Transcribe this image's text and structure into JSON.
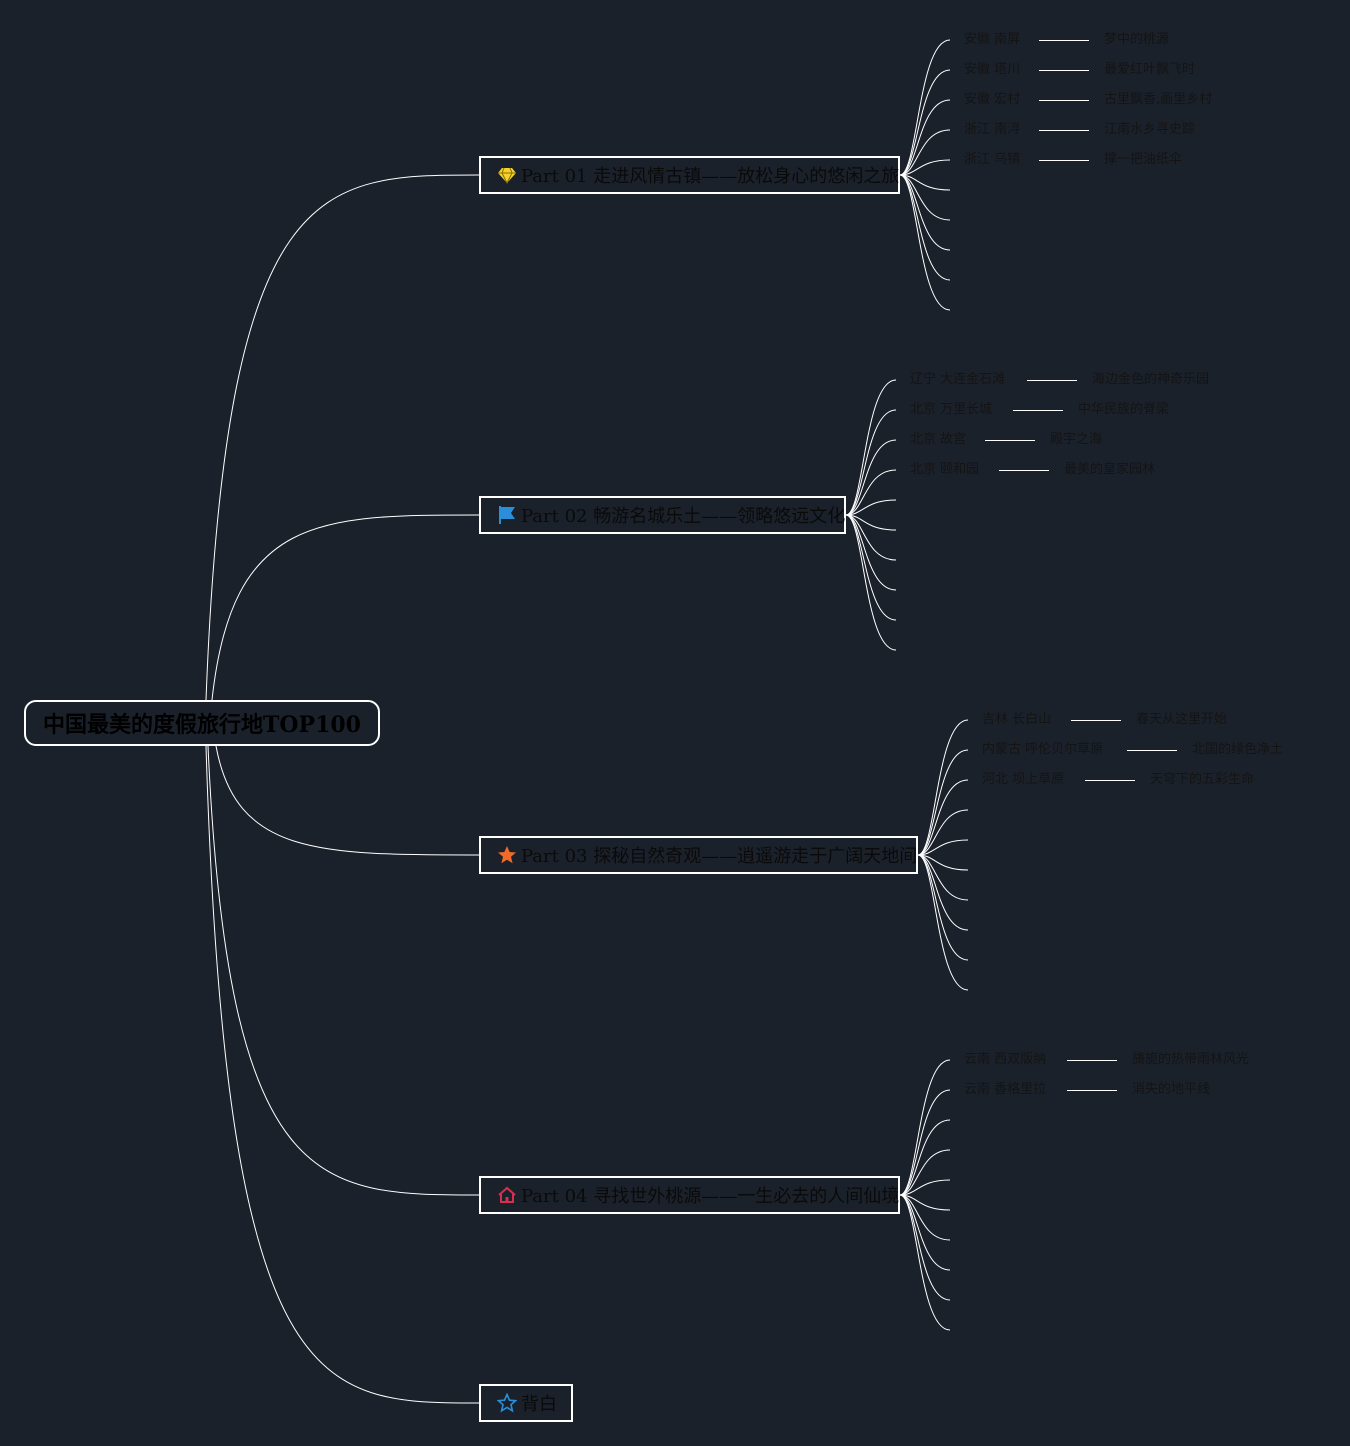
{
  "root": {
    "title": "中国最美的度假旅行地TOP100"
  },
  "colors": {
    "background": "#1b212b",
    "line": "#ffffff",
    "diamond": "#f5d22b",
    "flag": "#2a8fd8",
    "star": "#f06a2a",
    "house": "#d5304f",
    "outline_star": "#2a8fd8"
  },
  "branches": [
    {
      "label": "Part 01 走进风情古镇——放松身心的悠闲之旅",
      "icon": "diamond-icon",
      "items": [
        {
          "place": "安徽 南屏",
          "desc": "梦中的桃源"
        },
        {
          "place": "安徽 塔川",
          "desc": "最爱红叶飘飞时"
        },
        {
          "place": "安徽 宏村",
          "desc": "古里飘香,画里乡村"
        },
        {
          "place": "浙江 南浔",
          "desc": "江南水乡寻史踪"
        },
        {
          "place": "浙江 乌镇",
          "desc": "撑一把油纸伞"
        }
      ]
    },
    {
      "label": "Part 02 畅游名城乐土——领略悠远文化",
      "icon": "flag-icon",
      "items": [
        {
          "place": "辽宁 大连金石滩",
          "desc": "海边金色的神奇乐园"
        },
        {
          "place": "北京 万里长城",
          "desc": "中华民族的脊梁"
        },
        {
          "place": "北京 故宫",
          "desc": "殿宇之海"
        },
        {
          "place": "北京 颐和园",
          "desc": "最美的皇家园林"
        }
      ]
    },
    {
      "label": "Part 03 探秘自然奇观——逍遥游走于广阔天地间",
      "icon": "star-icon",
      "items": [
        {
          "place": "吉林 长白山",
          "desc": "春天从这里开始"
        },
        {
          "place": "内蒙古 呼伦贝尔草原",
          "desc": "北国的绿色净土"
        },
        {
          "place": "河北 坝上草原",
          "desc": "天穹下的五彩生命"
        }
      ]
    },
    {
      "label": "Part 04 寻找世外桃源——一生必去的人间仙境",
      "icon": "house-icon",
      "items": [
        {
          "place": "云南 西双版纳",
          "desc": "旖旎的热带雨林风光"
        },
        {
          "place": "云南 香格里拉",
          "desc": "消失的地平线"
        }
      ]
    },
    {
      "label": "背白",
      "icon": "star-outline-icon",
      "items": []
    }
  ]
}
